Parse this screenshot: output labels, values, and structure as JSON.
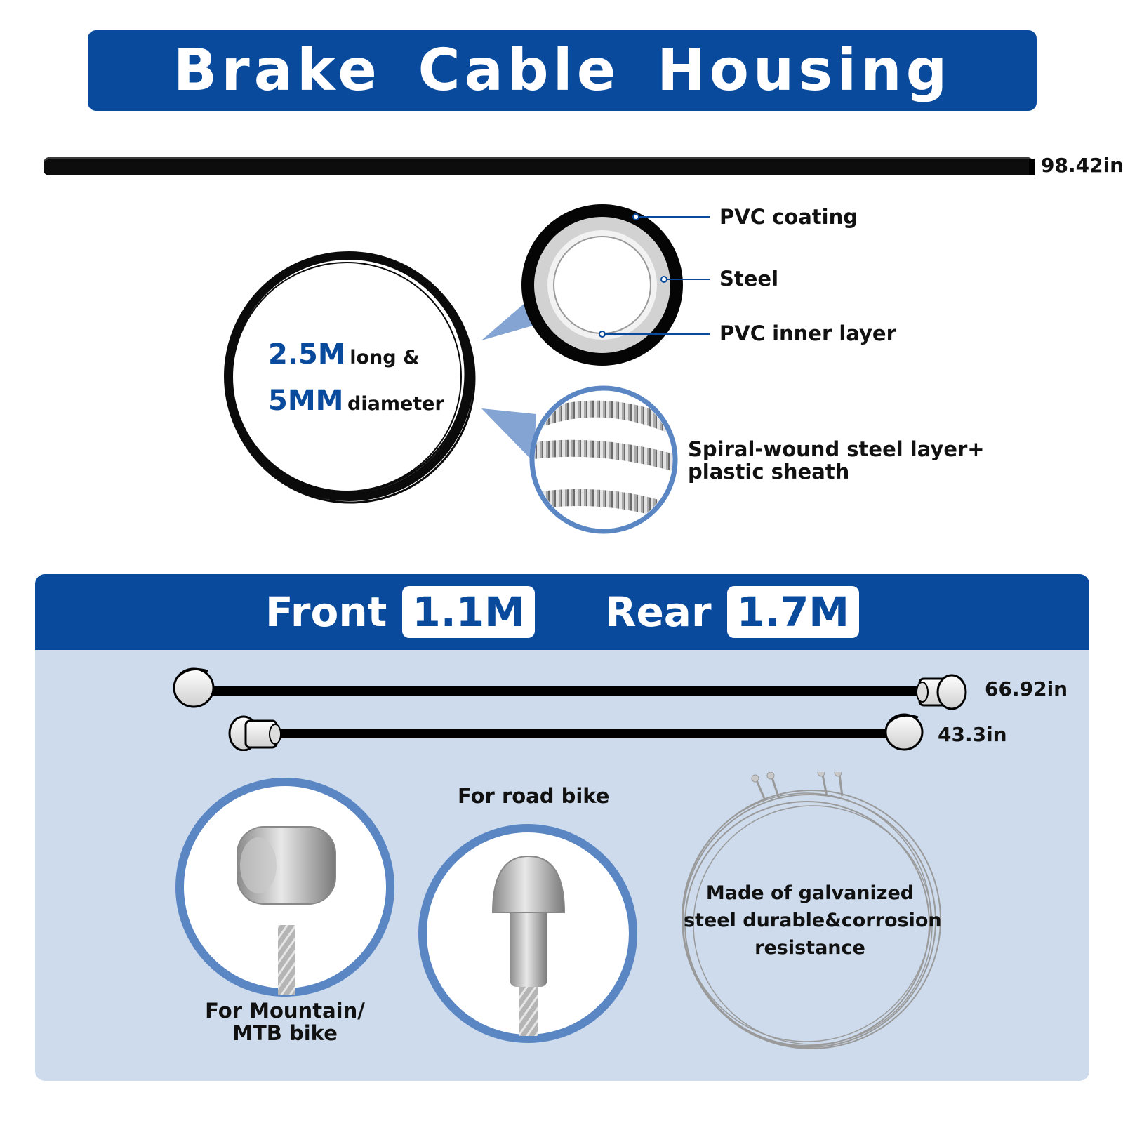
{
  "title": "Brake Cable Housing",
  "housing": {
    "length_label": "98.42in"
  },
  "coil": {
    "length_value": "2.5M",
    "length_text": "long &",
    "diameter_value": "5MM",
    "diameter_text": "diameter"
  },
  "cross_section": {
    "layers": [
      "PVC coating",
      "Steel",
      "PVC inner layer"
    ]
  },
  "spiral": {
    "label_line1": "Spiral-wound steel layer+",
    "label_line2": "plastic sheath"
  },
  "lengths_panel": {
    "front_word": "Front",
    "front_value": "1.1M",
    "rear_word": "Rear",
    "rear_value": "1.7M",
    "cable_long_label": "66.92in",
    "cable_short_label": "43.3in"
  },
  "ends": {
    "mtb_label_line1": "For Mountain/",
    "mtb_label_line2": "MTB bike",
    "road_label": "For road bike",
    "wire_text_line1": "Made of galvanized",
    "wire_text_line2": "steel durable&corrosion",
    "wire_text_line3": "resistance"
  },
  "colors": {
    "brand_blue": "#0a4a9c",
    "panel_bg": "#cddbec",
    "ring_blue": "#5a86c3",
    "callout_blue": "#6f95cc"
  }
}
